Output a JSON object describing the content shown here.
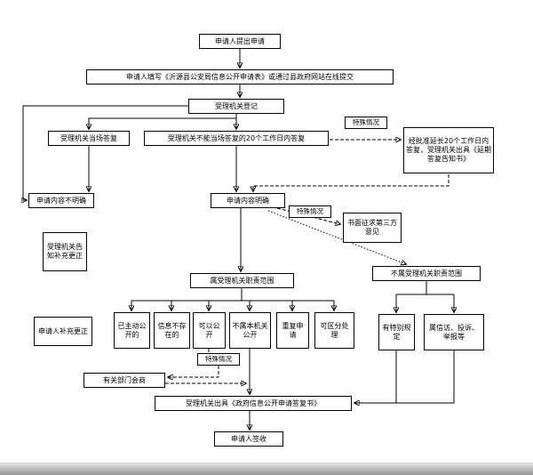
{
  "nodes": {
    "submit": "申请人提出申请",
    "fill_form": "申请人填写《沂源县公安局信息公开申请表》或通过县政府网站在线提交",
    "register": "受理机关登记",
    "special_top": "特殊情况",
    "onspot": "受理机关当场答复",
    "reply20": "受理机关不能当场答复的20个工作日内答复",
    "extended": "经批准延长20个工作日内答复，受理机关出具《延期答复告知书》",
    "unclear": "申请内容不明确",
    "clear": "申请内容明确",
    "special_mid": "特殊情况",
    "third_party": "书面征求第三方意见",
    "notify_supplement": "受理机关告知补充更正",
    "in_scope": "属受理机关职责范围",
    "out_scope": "不属受理机关职责范围",
    "applicant_supplement": "申请人补充更正",
    "already_public": "已主动公开的",
    "not_exist": "信息不存在的",
    "can_public": "可以公开",
    "not_this_organ": "不属本机关公开",
    "repeat_apply": "重复申请",
    "separable": "可区分处理",
    "special_rules": "有特别规定",
    "petition": "属信访、投诉、举报等",
    "special_bottom": "特殊情况",
    "consult": "有关部门会商",
    "issue_reply": "受理机关出具《政府信息公开申请答复书》",
    "sign": "申请人签收"
  },
  "colors": {
    "line": "#000000",
    "node_border": "#000000",
    "node_bg": "#ffffff",
    "page_bg": "#ffffff",
    "bottom_bar": "#a9a9a9"
  }
}
